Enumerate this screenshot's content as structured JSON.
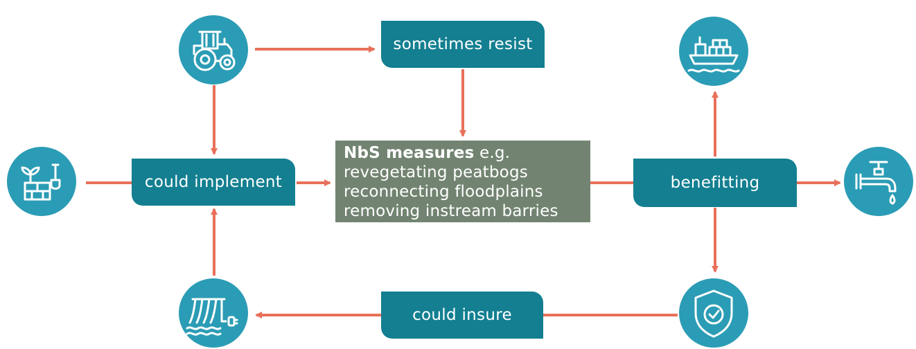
{
  "colors": {
    "circle": "#2b9cb5",
    "label_box": "#137f91",
    "measures_box": "#728471",
    "arrow": "#e8705a"
  },
  "nodes": {
    "sometimes_resist": "sometimes resist",
    "could_implement": "could implement",
    "benefitting": "benefitting",
    "could_insure": "could insure",
    "measures": {
      "heading": "NbS measures",
      "heading_suffix": " e.g.",
      "items": [
        "revegetating peatbogs",
        "reconnecting floodplains",
        "removing instream barries"
      ]
    }
  },
  "icons": {
    "farmer": "tractor-icon",
    "gardener": "garden-plant-icon",
    "hydropower": "hydropower-dam-icon",
    "shipping": "cargo-ship-icon",
    "water_supply": "water-tap-icon",
    "insurance": "shield-check-icon"
  }
}
